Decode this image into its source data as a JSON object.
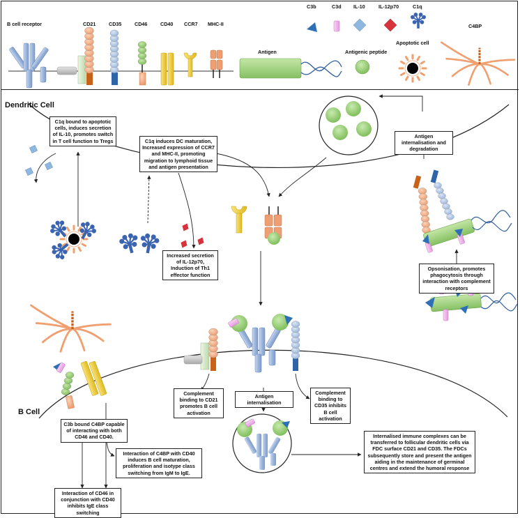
{
  "legend": {
    "bcr": "B cell receptor",
    "cd21": "CD21",
    "cd35": "CD35",
    "cd46": "CD46",
    "cd40": "CD40",
    "ccr7": "CCR7",
    "mhc2": "MHC-II",
    "c3b": "C3b",
    "c3d": "C3d",
    "il10": "IL-10",
    "il12": "IL-12p70",
    "c1q": "C1q",
    "c4bp": "C4BP",
    "antigen": "Antigen",
    "peptide": "Antigenic peptide",
    "apoptotic": "Apoptotic cell"
  },
  "dc": {
    "title": "Dendritic Cell",
    "box_c1q_apoptotic": "C1q bound to apoptotic cells, induces secretion of IL-10, promotes switch in T cell function to Tregs",
    "box_c1q_maturation": "C1q induces DC maturation, Increased expression of CCR7 and MHC-II, promoting migration to lymphoid tissue and antigen presentation",
    "box_il12": "Increased secretion of IL-12p70, Induction of Th1 effector function",
    "box_internalisation": "Antigen internalisation and degradation",
    "box_opsonisation": "Opsonisation, promotes phagocytosis through interaction with complement receptors"
  },
  "bcell": {
    "title": "B Cell",
    "box_c4bp": "C3b bound C4BP capable of interacting with both CD46 and CD40.",
    "box_cd40": "Interaction of C4BP with CD40 induces B cell maturation, proliferation and isotype class switching from IgM to IgE.",
    "box_cd46": "Interaction of CD46 in conjunction with CD40 inhibits IgE class switching",
    "box_cd21": "Complement binding to CD21 promotes B cell activation",
    "box_internal": "Antigen internalisation",
    "box_cd35": "Complement binding to CD35 inhibits B cell activation",
    "box_fdc": "Internalised immune complexes can be transferred to follicular dendritic cells via FDC surface CD21 and CD35. The FDCs subsequently store and present the antigen aiding in the maintenance of germinal centres and extend the humoral response"
  },
  "colors": {
    "receptor_blue": "#9bb5dc",
    "cd21_green": "#d6e8c9",
    "orange_bead": "#f3b48f",
    "dark_orange": "#c8621a",
    "dark_blue": "#2f64a8",
    "c3b": "#2e6fb5",
    "c3d": "#f0b6ec",
    "il10": "#8fb8e0",
    "il12": "#d8333d",
    "c1q": "#3a63b0",
    "antigen": "#9fd27d",
    "yellow": "#f2d23a",
    "black": "#000000"
  }
}
